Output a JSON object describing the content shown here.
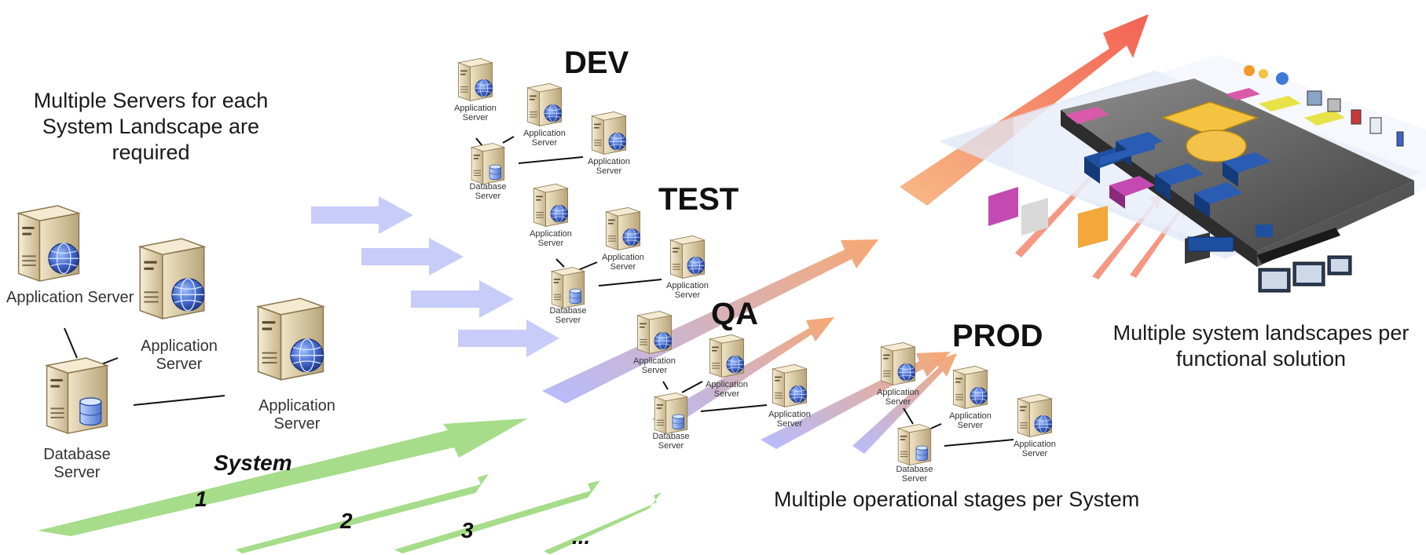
{
  "notes": {
    "top_left": "Multiple Servers for each System Landscape are required",
    "right": "Multiple system landscapes per functional solution",
    "bottom": "Multiple operational stages per System"
  },
  "stages": {
    "dev": "DEV",
    "test": "TEST",
    "qa": "QA",
    "prod": "PROD"
  },
  "system_label": "System",
  "system_numbers": [
    "1",
    "2",
    "3",
    "..."
  ],
  "server_labels": {
    "app": "Application Server",
    "db": "Database Server"
  },
  "colors": {
    "green_arrow": "#a6dc8a",
    "lavender_arrow": "#c8ccf8",
    "orange_arrow": "#f7a36a",
    "red_arrow": "#f36a5a",
    "server_body": "#d8c7a0",
    "globe": "#3f63c6"
  },
  "icons": [
    "application-server-icon",
    "database-server-icon",
    "sap-netweaver-image"
  ]
}
